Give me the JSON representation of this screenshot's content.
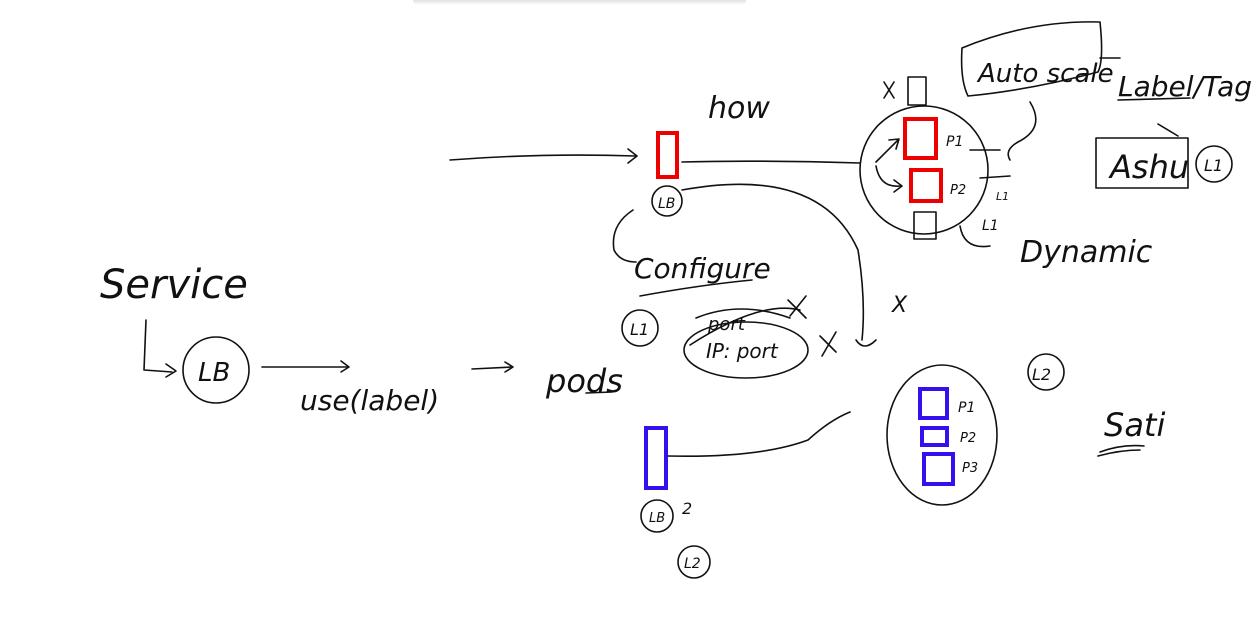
{
  "whiteboard": {
    "labels": {
      "service": "Service",
      "lb_main": "LB",
      "use_label": "use(label)",
      "pods": "pods",
      "how": "how",
      "lb_top": "LB",
      "configure": "Configure",
      "l1_mid": "L1",
      "port_crossed": "port",
      "ip_port": "IP: port",
      "auto_scale": "Auto scale",
      "label_tag": "Label/Tag",
      "ashu": "Ashu",
      "l1_right": "L1",
      "p1_red": "P1",
      "p2_red": "P2",
      "l1_pod": "L1",
      "l1_small": "L1",
      "dynamic": "Dynamic",
      "l2_right": "L2",
      "p1_blue": "P1",
      "p2_blue": "P2",
      "p3_blue": "P3",
      "sati": "Sati",
      "lb_bottom": "LB",
      "num_two": "2",
      "l2_bottom": "L2",
      "x_mark": "X"
    },
    "colors": {
      "ink": "#111111",
      "red": "#ee0000",
      "blue": "#3311ee",
      "background": "#ffffff"
    }
  }
}
